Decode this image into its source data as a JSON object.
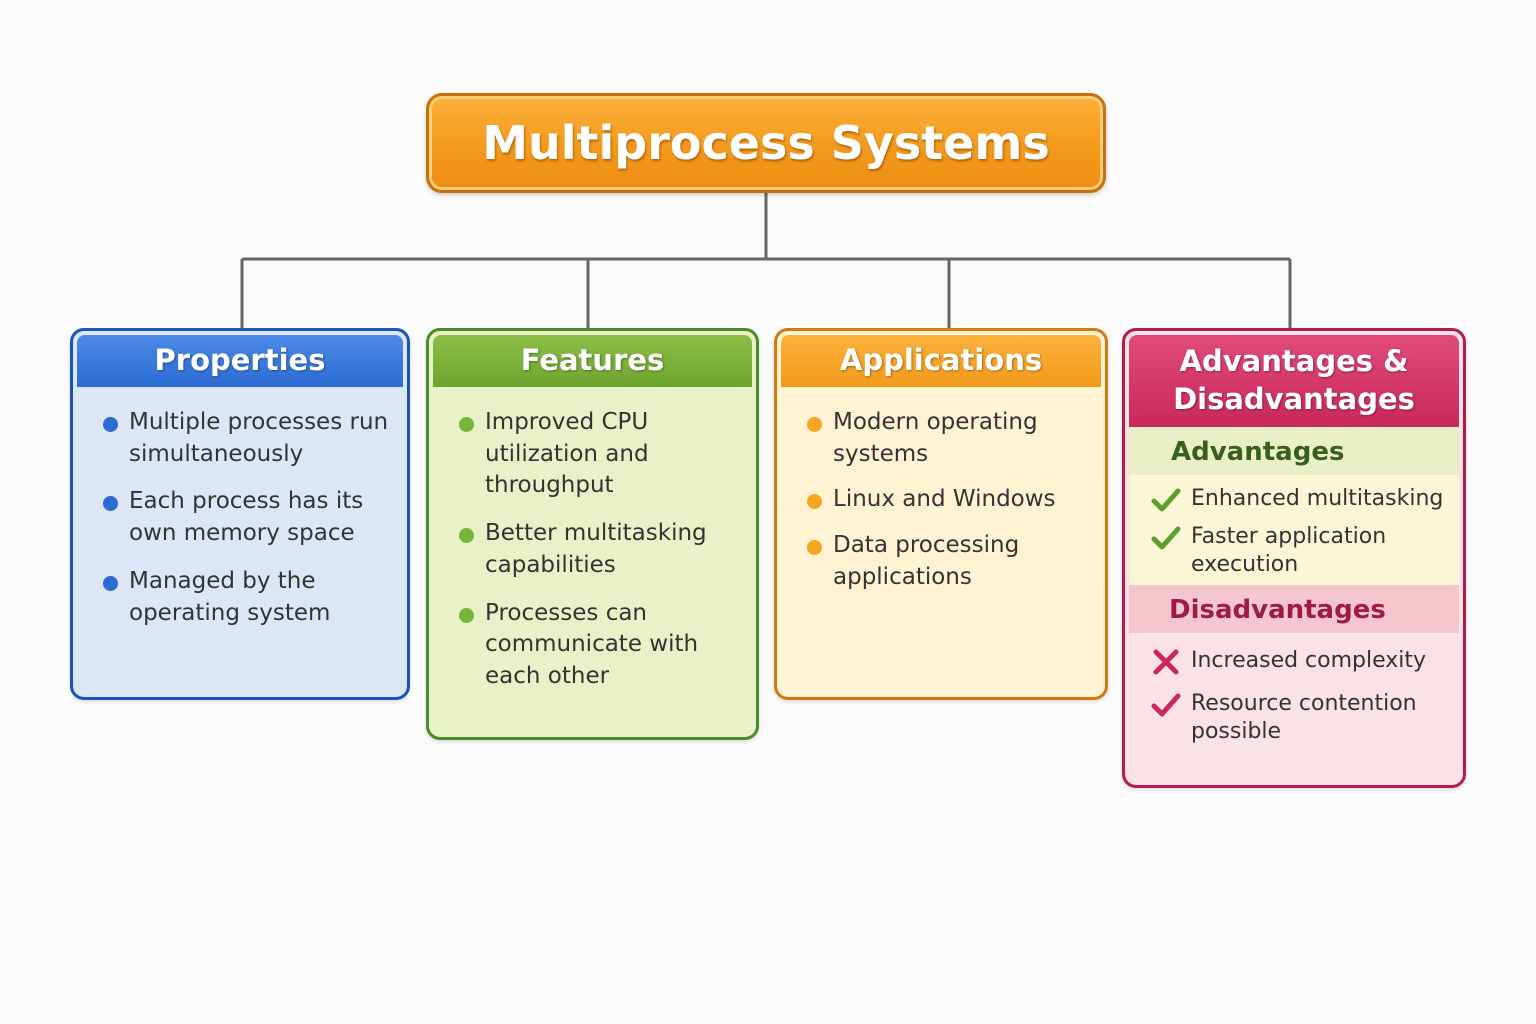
{
  "title": "Multiprocess Systems",
  "colors": {
    "title": "#f39a1c",
    "properties": "#2b6bd2",
    "features": "#6ea52f",
    "applications": "#f39a1c",
    "advantages_disadvantages": "#c8285a",
    "connector": "#666666"
  },
  "categories": [
    {
      "heading": "Properties",
      "items": [
        "Multiple processes run simultaneously",
        "Each process has its own memory space",
        "Managed by the operating system"
      ]
    },
    {
      "heading": "Features",
      "items": [
        "Improved CPU utilization and throughput",
        "Better multitasking capabilities",
        "Processes can communicate with each other"
      ]
    },
    {
      "heading": "Applications",
      "items": [
        "Modern operating systems",
        "Linux and Windows",
        "Data processing applications"
      ]
    },
    {
      "heading": "Advantages & Disadvantages",
      "advantages": {
        "heading": "Advantages",
        "items": [
          {
            "text": "Enhanced multitasking",
            "icon": "check-icon"
          },
          {
            "text": "Faster application execution",
            "icon": "check-icon"
          }
        ]
      },
      "disadvantages": {
        "heading": "Disadvantages",
        "items": [
          {
            "text": "Increased complexity",
            "icon": "cross-icon"
          },
          {
            "text": "Resource contention possible",
            "icon": "check-icon"
          }
        ]
      }
    }
  ]
}
